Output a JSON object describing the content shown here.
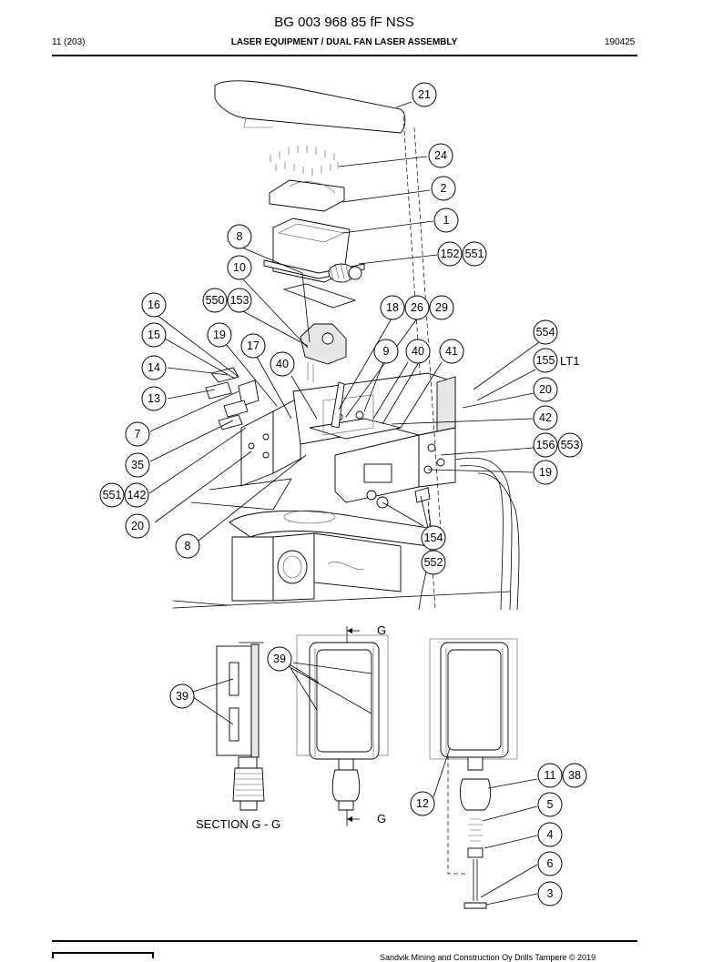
{
  "document": {
    "id": "BG 003 968 85 fF NSS",
    "page": "11 (203)",
    "title": "LASER EQUIPMENT / DUAL FAN LASER ASSEMBLY",
    "code": "190425"
  },
  "section": {
    "label": "SECTION  G - G",
    "marker_top": "G",
    "marker_bottom": "G"
  },
  "extra_labels": {
    "lt1": "LT1"
  },
  "callouts": [
    "21",
    "24",
    "2",
    "1",
    "8",
    "152",
    "551",
    "10",
    "550",
    "153",
    "16",
    "18",
    "26",
    "29",
    "554",
    "15",
    "19",
    "17",
    "9",
    "40",
    "41",
    "155",
    "14",
    "40",
    "20",
    "13",
    "42",
    "7",
    "156",
    "553",
    "35",
    "19",
    "551",
    "142",
    "20",
    "8",
    "154",
    "552",
    "39",
    "39",
    "11",
    "38",
    "12",
    "5",
    "4",
    "6",
    "3"
  ],
  "footer": {
    "copyright": "Sandvik Mining and Construction Oy Drills Tampere © 2019"
  }
}
